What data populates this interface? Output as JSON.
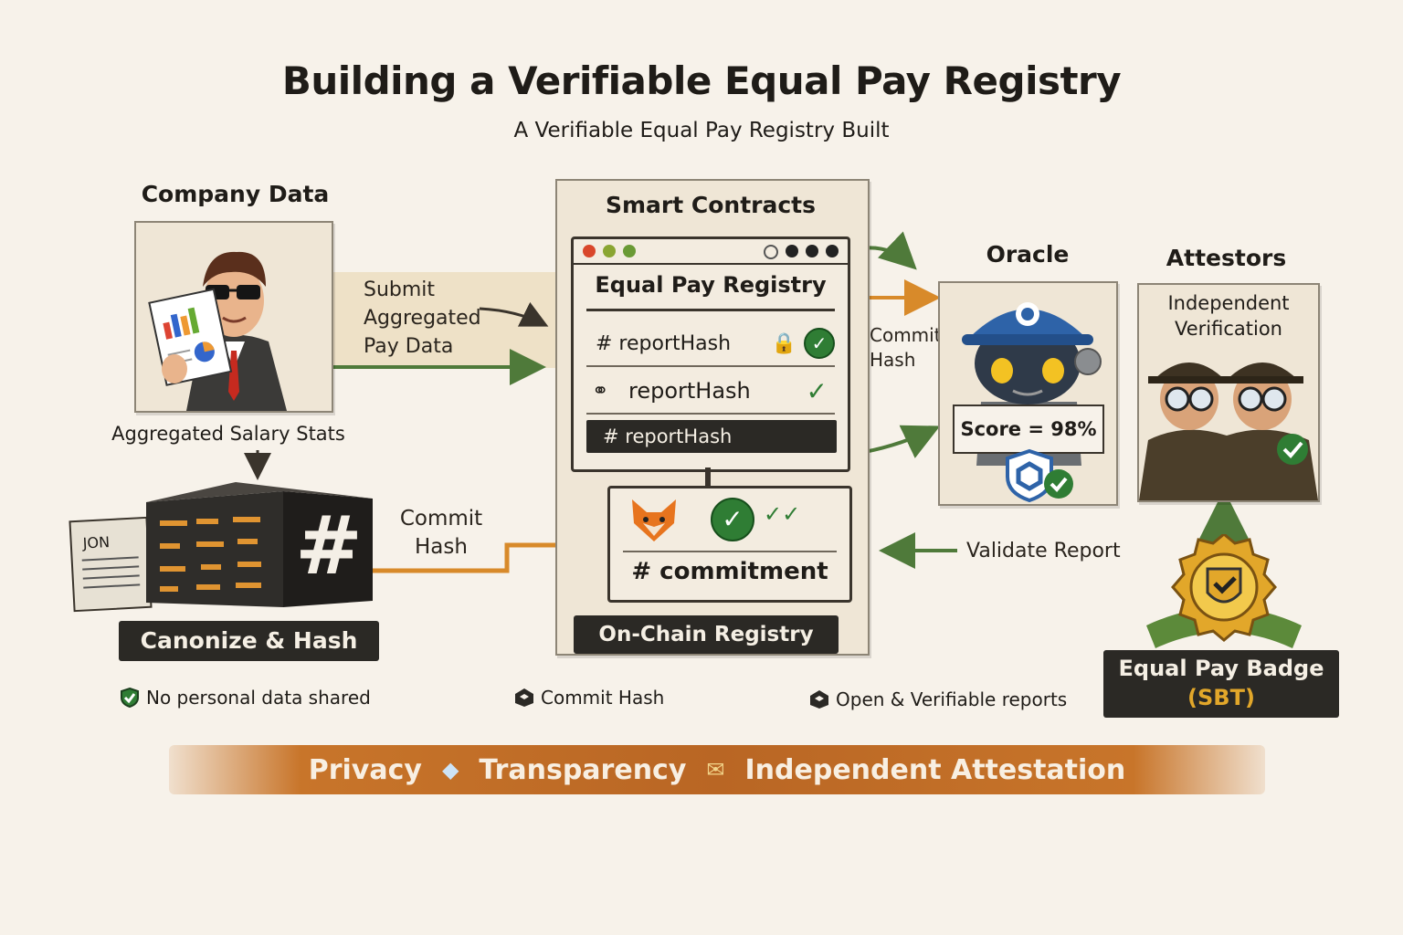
{
  "header": {
    "title": "Building a Verifiable Equal Pay Registry",
    "subtitle": "A Verifiable Equal Pay Registry Built"
  },
  "company": {
    "heading": "Company Data",
    "caption": "Aggregated Salary Stats",
    "submit_label": "Submit Aggregated Pay Data",
    "file_label": "JON",
    "hash_glyph": "#",
    "banner": "Canonize & Hash"
  },
  "commit_arrow_label": "Commit Hash",
  "contracts": {
    "heading": "Smart Contracts",
    "registry_title": "Equal Pay Registry",
    "rows": [
      "# reportHash",
      "reportHash",
      "# reportHash"
    ],
    "commitment": "# commitment",
    "banner": "On-Chain Registry"
  },
  "oracle": {
    "heading": "Oracle",
    "commit_label": "Commit Hash",
    "score": "Score = 98%"
  },
  "attestors": {
    "heading": "Attestors",
    "caption": "Independent Verification"
  },
  "validate_label": "Validate Report",
  "badge": {
    "line1": "Equal Pay Badge",
    "line2": "(SBT)"
  },
  "notes": [
    "No personal data shared",
    "Commit Hash",
    "Open & Verifiable reports"
  ],
  "footer": {
    "items": [
      "Privacy",
      "Transparency",
      "Independent Attestation"
    ]
  },
  "colors": {
    "background": "#f7f2ea",
    "orange_arrow": "#d88a2a",
    "green_arrow": "#4f7a3a",
    "dark_banner": "#2b2925",
    "check_green": "#2f7d34",
    "footer_band": "#c8752a",
    "badge_gold": "#e2a72a"
  },
  "icons": [
    "person-with-report-icon",
    "server-rack-icon",
    "fox-wallet-icon",
    "robot-oracle-icon",
    "detectives-icon",
    "gold-badge-icon",
    "shield-check-icon",
    "lock-icon",
    "chain-link-icon"
  ]
}
